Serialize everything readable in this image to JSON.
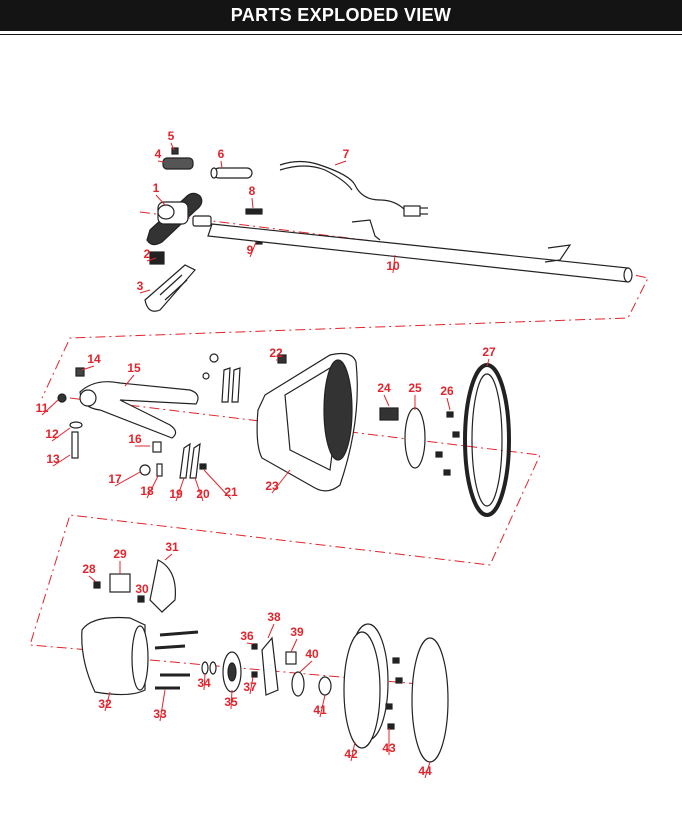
{
  "header": {
    "title": "PARTS EXPLODED VIEW"
  },
  "colors": {
    "header_bg": "#141414",
    "label": "#e2242c",
    "line": "#222222",
    "leader": "#e2242c"
  },
  "part_labels": [
    "1",
    "2",
    "3",
    "4",
    "5",
    "6",
    "7",
    "8",
    "9",
    "10",
    "11",
    "12",
    "13",
    "14",
    "15",
    "16",
    "17",
    "18",
    "19",
    "20",
    "21",
    "22",
    "23",
    "24",
    "25",
    "26",
    "27",
    "28",
    "29",
    "30",
    "31",
    "32",
    "33",
    "34",
    "35",
    "36",
    "37",
    "38",
    "39",
    "40",
    "41",
    "42",
    "43",
    "44"
  ]
}
